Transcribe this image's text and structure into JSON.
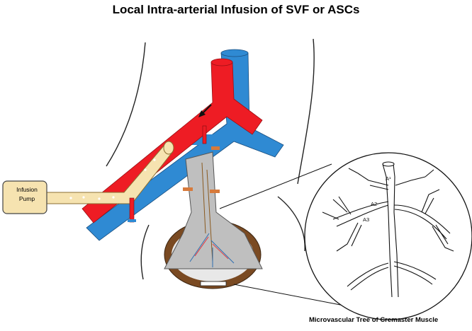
{
  "title": "Local Intra-arterial Infusion of SVF or ASCs",
  "pump": {
    "line1": "Infusion",
    "line2": "Pump"
  },
  "caption": "Microvascular Tree of Cremaster Muscle",
  "vessel_labels": {
    "a1": "A¹",
    "a2": "A2",
    "a3": "A3"
  },
  "colors": {
    "artery": "#ee1c24",
    "vein": "#2f8ad3",
    "pump_fill": "#f6e3b0",
    "muscle": "#bfbfbf",
    "tissue_rim": "#7a4a22"
  }
}
